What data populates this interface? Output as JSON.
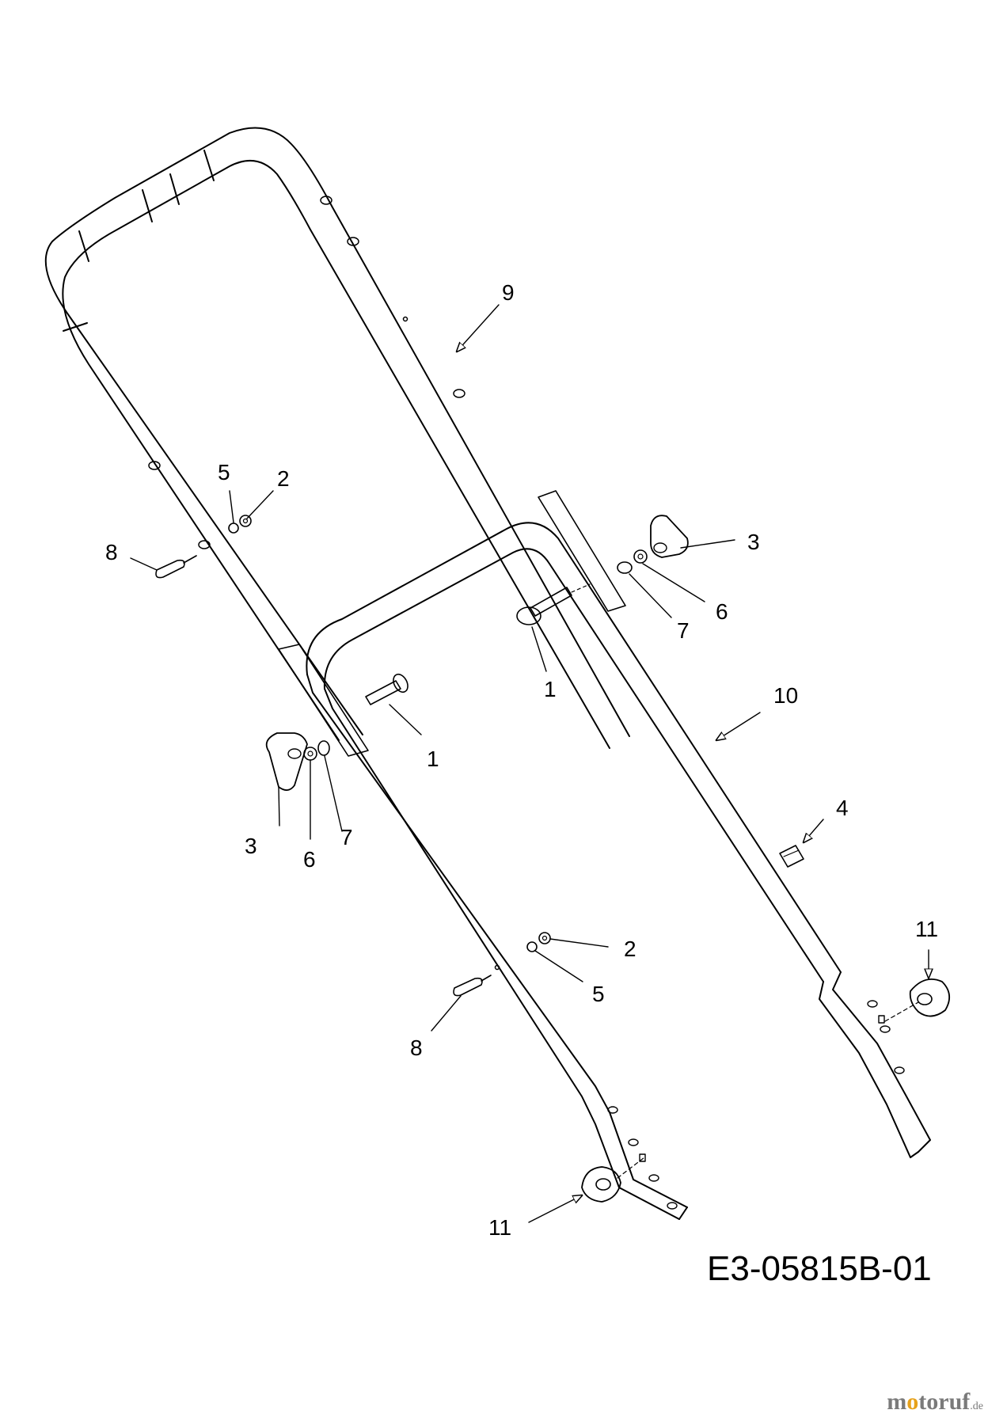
{
  "diagram": {
    "reference_code": "E3-05815B-01",
    "callouts": [
      {
        "id": "c9",
        "text": "9"
      },
      {
        "id": "c5a",
        "text": "5"
      },
      {
        "id": "c2a",
        "text": "2"
      },
      {
        "id": "c8a",
        "text": "8"
      },
      {
        "id": "c3a",
        "text": "3"
      },
      {
        "id": "c7a",
        "text": "7"
      },
      {
        "id": "c6a",
        "text": "6"
      },
      {
        "id": "c1a",
        "text": "1"
      },
      {
        "id": "c1b",
        "text": "1"
      },
      {
        "id": "c10",
        "text": "10"
      },
      {
        "id": "c3b",
        "text": "3"
      },
      {
        "id": "c6b",
        "text": "6"
      },
      {
        "id": "c7b",
        "text": "7"
      },
      {
        "id": "c4",
        "text": "4"
      },
      {
        "id": "c11a",
        "text": "11"
      },
      {
        "id": "c2b",
        "text": "2"
      },
      {
        "id": "c5b",
        "text": "5"
      },
      {
        "id": "c8b",
        "text": "8"
      },
      {
        "id": "c11b",
        "text": "11"
      }
    ]
  },
  "watermark": {
    "part1": "m",
    "o": "o",
    "part2": "toruf",
    "tld": ".de"
  }
}
